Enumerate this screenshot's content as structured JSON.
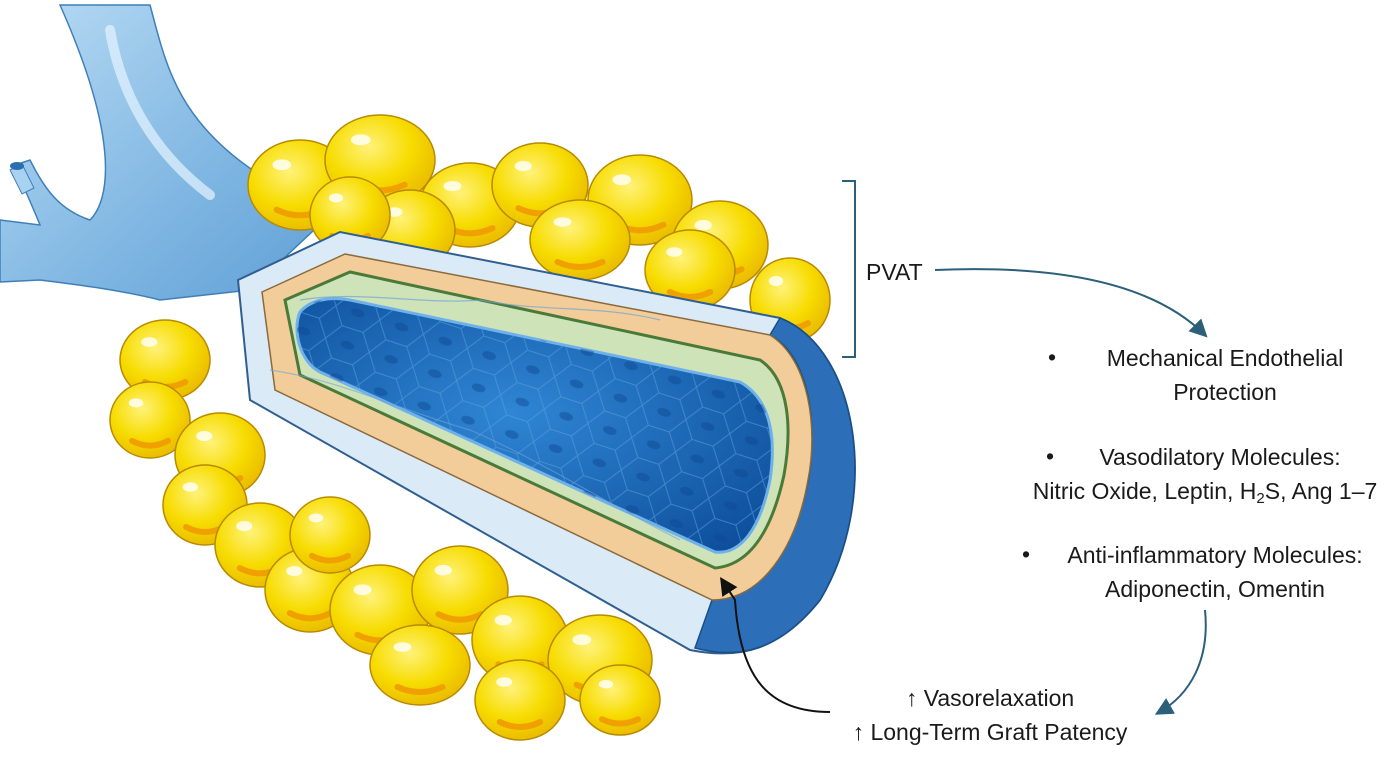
{
  "labels": {
    "pvat": "PVAT",
    "bullet_symbol": "•",
    "b1_line1": "Mechanical Endothelial",
    "b1_line2": "Protection",
    "b2_line1": "Vasodilatory Molecules:",
    "b2_line2_pre": "Nitric Oxide, Leptin, H",
    "b2_line2_sub": "2",
    "b2_line2_post": "S, Ang 1–7",
    "b3_line1": "Anti-inflammatory Molecules:",
    "b3_line2": "Adiponectin, Omentin",
    "outcome_1": "↑ Vasorelaxation",
    "outcome_2": "↑ Long-Term Graft Patency"
  },
  "colors": {
    "fat": "#f7dc00",
    "fat_highlight": "#fff27a",
    "fat_shadow": "#e3a400",
    "vein": "#8fc3e8",
    "adventitia": "#dbeaf7",
    "media": "#f2cd9a",
    "intima_line": "#4a7a3a",
    "lumen": "#1f74c4",
    "lumen_dark": "#0f4f9a",
    "arrow": "#2b5f7a",
    "bracket": "#2b5f7a"
  }
}
